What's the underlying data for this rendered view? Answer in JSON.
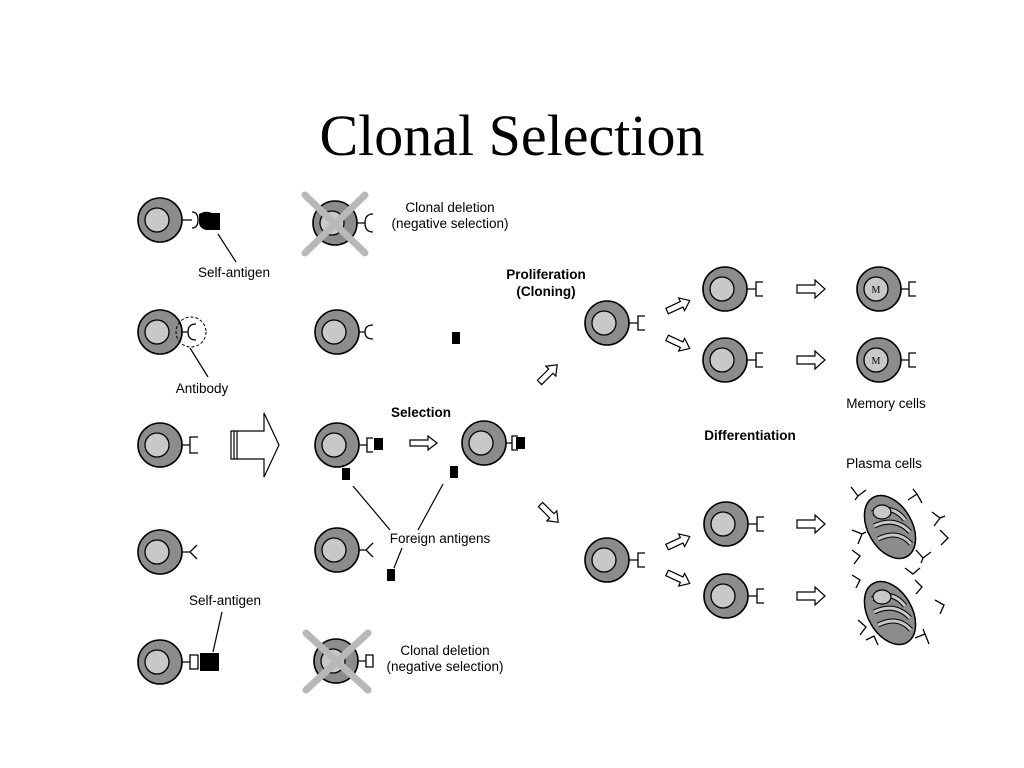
{
  "title": "Clonal Selection",
  "labels": {
    "clonal_deletion_top_line1": "Clonal deletion",
    "clonal_deletion_top_line2": "(negative selection)",
    "self_antigen_top": "Self-antigen",
    "proliferation_line1": "Proliferation",
    "proliferation_line2": "(Cloning)",
    "antibody": "Antibody",
    "selection": "Selection",
    "memory_cells": "Memory cells",
    "differentiation": "Differentiation",
    "plasma_cells": "Plasma cells",
    "foreign_antigens": "Foreign antigens",
    "self_antigen_bottom": "Self-antigen",
    "clonal_deletion_bottom_line1": "Clonal deletion",
    "clonal_deletion_bottom_line2": "(negative selection)",
    "memory_marker": "M"
  }
}
